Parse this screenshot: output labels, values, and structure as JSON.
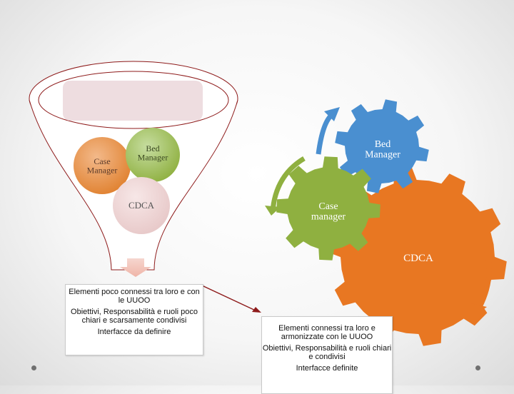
{
  "funnel": {
    "balls": {
      "case_manager": "Case\nManager",
      "bed_manager": "Bed\nManager",
      "cdca": "CDCA"
    }
  },
  "gears": {
    "bed_manager": "Bed\nManager",
    "case_manager": "Case\nmanager",
    "cdca": "CDCA"
  },
  "box_left": {
    "line1": "Elementi poco connessi tra loro e con le UUOO",
    "line2": "Obiettivi, Responsabilità e ruoli poco chiari e scarsamente condivisi",
    "line3": "Interfacce da definire"
  },
  "box_right": {
    "line1": "Elementi connessi tra loro e armonizzate con le UUOO",
    "line2": "Obiettivi, Responsabilità e ruoli chiari e condivisi",
    "line3": "Interfacce definite"
  },
  "colors": {
    "orange": "#e87722",
    "green": "#8fb040",
    "blue": "#4a8fd0",
    "funnel_outline": "#8e1b1b",
    "pink_band": "#eedde0",
    "arrow_pink": "#f2c7bd"
  }
}
